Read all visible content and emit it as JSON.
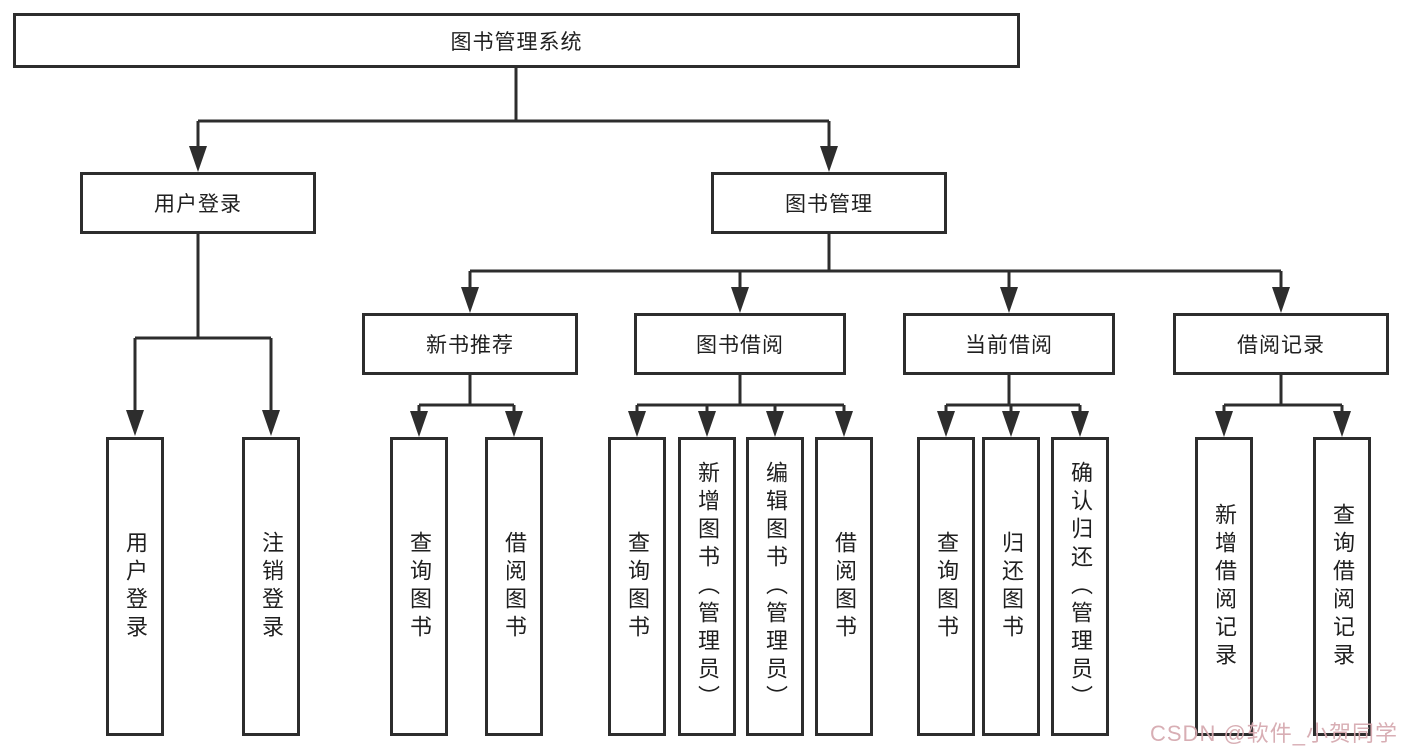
{
  "tree": {
    "root": {
      "label": "图书管理系统"
    },
    "branches": [
      {
        "label": "用户登录",
        "children": [
          "用户登录",
          "注销登录"
        ]
      },
      {
        "label": "图书管理",
        "children": [
          {
            "label": "新书推荐",
            "children": [
              "查询图书",
              "借阅图书"
            ]
          },
          {
            "label": "图书借阅",
            "children": [
              "查询图书",
              "新增图书（管理员）",
              "编辑图书（管理员）",
              "借阅图书"
            ]
          },
          {
            "label": "当前借阅",
            "children": [
              "查询图书",
              "归还图书",
              "确认归还（管理员）"
            ]
          },
          {
            "label": "借阅记录",
            "children": [
              "新增借阅记录",
              "查询借阅记录"
            ]
          }
        ]
      }
    ]
  },
  "watermark": {
    "text": "CSDN @软件_小贺同学",
    "color": "#d6aab0"
  },
  "colors": {
    "line": "#2d2d2d",
    "box_border": "#2d2d2d",
    "box_fill": "#ffffff",
    "text": "#1f1f1f",
    "background": "#ffffff"
  }
}
